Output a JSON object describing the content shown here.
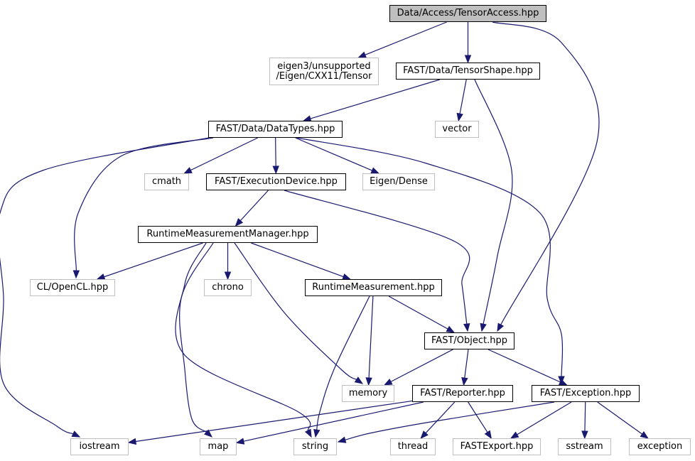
{
  "graph": {
    "nodes": [
      {
        "id": "tensoraccess",
        "lines": [
          "Data/Access/TensorAccess.hpp"
        ],
        "kind": "root"
      },
      {
        "id": "eigen_tensor",
        "lines": [
          "eigen3/unsupported",
          "/Eigen/CXX11/Tensor"
        ],
        "kind": "ext"
      },
      {
        "id": "tensorshape",
        "lines": [
          "FAST/Data/TensorShape.hpp"
        ],
        "kind": "local"
      },
      {
        "id": "datatypes",
        "lines": [
          "FAST/Data/DataTypes.hpp"
        ],
        "kind": "local"
      },
      {
        "id": "vector",
        "lines": [
          "vector"
        ],
        "kind": "ext"
      },
      {
        "id": "cmath",
        "lines": [
          "cmath"
        ],
        "kind": "ext"
      },
      {
        "id": "executiondevice",
        "lines": [
          "FAST/ExecutionDevice.hpp"
        ],
        "kind": "local"
      },
      {
        "id": "eigendense",
        "lines": [
          "Eigen/Dense"
        ],
        "kind": "ext"
      },
      {
        "id": "rtmm",
        "lines": [
          "RuntimeMeasurementManager.hpp"
        ],
        "kind": "local"
      },
      {
        "id": "opencl",
        "lines": [
          "CL/OpenCL.hpp"
        ],
        "kind": "ext"
      },
      {
        "id": "chrono",
        "lines": [
          "chrono"
        ],
        "kind": "ext"
      },
      {
        "id": "rtm",
        "lines": [
          "RuntimeMeasurement.hpp"
        ],
        "kind": "local"
      },
      {
        "id": "object",
        "lines": [
          "FAST/Object.hpp"
        ],
        "kind": "local"
      },
      {
        "id": "memory",
        "lines": [
          "memory"
        ],
        "kind": "ext"
      },
      {
        "id": "reporter",
        "lines": [
          "FAST/Reporter.hpp"
        ],
        "kind": "local"
      },
      {
        "id": "exception",
        "lines": [
          "FAST/Exception.hpp"
        ],
        "kind": "local"
      },
      {
        "id": "iostream",
        "lines": [
          "iostream"
        ],
        "kind": "ext"
      },
      {
        "id": "map",
        "lines": [
          "map"
        ],
        "kind": "ext"
      },
      {
        "id": "string",
        "lines": [
          "string"
        ],
        "kind": "ext"
      },
      {
        "id": "thread",
        "lines": [
          "thread"
        ],
        "kind": "ext"
      },
      {
        "id": "fastexport",
        "lines": [
          "FASTExport.hpp"
        ],
        "kind": "ext"
      },
      {
        "id": "sstream",
        "lines": [
          "sstream"
        ],
        "kind": "ext"
      },
      {
        "id": "exception_std",
        "lines": [
          "exception"
        ],
        "kind": "ext"
      }
    ],
    "edges": [
      {
        "from": "tensoraccess",
        "to": "eigen_tensor"
      },
      {
        "from": "tensoraccess",
        "to": "tensorshape"
      },
      {
        "from": "tensoraccess",
        "to": "object"
      },
      {
        "from": "tensorshape",
        "to": "datatypes"
      },
      {
        "from": "tensorshape",
        "to": "vector"
      },
      {
        "from": "tensorshape",
        "to": "object"
      },
      {
        "from": "datatypes",
        "to": "cmath"
      },
      {
        "from": "datatypes",
        "to": "executiondevice"
      },
      {
        "from": "datatypes",
        "to": "eigendense"
      },
      {
        "from": "datatypes",
        "to": "opencl"
      },
      {
        "from": "datatypes",
        "to": "iostream"
      },
      {
        "from": "datatypes",
        "to": "exception"
      },
      {
        "from": "executiondevice",
        "to": "rtmm"
      },
      {
        "from": "executiondevice",
        "to": "object"
      },
      {
        "from": "rtmm",
        "to": "opencl"
      },
      {
        "from": "rtmm",
        "to": "chrono"
      },
      {
        "from": "rtmm",
        "to": "rtm"
      },
      {
        "from": "rtmm",
        "to": "memory"
      },
      {
        "from": "rtmm",
        "to": "map"
      },
      {
        "from": "rtmm",
        "to": "string"
      },
      {
        "from": "rtm",
        "to": "object"
      },
      {
        "from": "rtm",
        "to": "memory"
      },
      {
        "from": "rtm",
        "to": "string"
      },
      {
        "from": "object",
        "to": "memory"
      },
      {
        "from": "object",
        "to": "reporter"
      },
      {
        "from": "object",
        "to": "exception"
      },
      {
        "from": "reporter",
        "to": "iostream"
      },
      {
        "from": "reporter",
        "to": "map"
      },
      {
        "from": "reporter",
        "to": "thread"
      },
      {
        "from": "reporter",
        "to": "fastexport"
      },
      {
        "from": "exception",
        "to": "string"
      },
      {
        "from": "exception",
        "to": "fastexport"
      },
      {
        "from": "exception",
        "to": "sstream"
      },
      {
        "from": "exception",
        "to": "exception_std"
      }
    ],
    "edge_color": "#191970",
    "root_fill": "#bfbfbf",
    "external_border": "#bfbfbf",
    "local_border": "#000000"
  }
}
